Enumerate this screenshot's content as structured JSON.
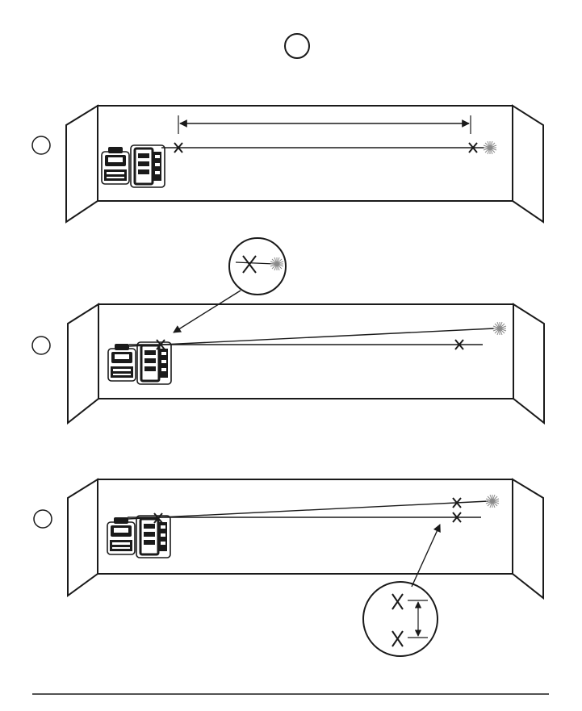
{
  "figure": {
    "step_marker_label": "",
    "panels": [
      {
        "step_label": "",
        "marks": 2,
        "laser_lines": 1
      },
      {
        "step_label": "",
        "marks": 2,
        "laser_lines": 2,
        "callout": "detail-left-mark"
      },
      {
        "step_label": "",
        "marks": 3,
        "laser_lines": 2,
        "callout": "detail-vertical-offset"
      }
    ]
  },
  "colors": {
    "ink": "#1a1a1a",
    "background": "#ffffff",
    "laser_glow": "#8a8a8a"
  }
}
